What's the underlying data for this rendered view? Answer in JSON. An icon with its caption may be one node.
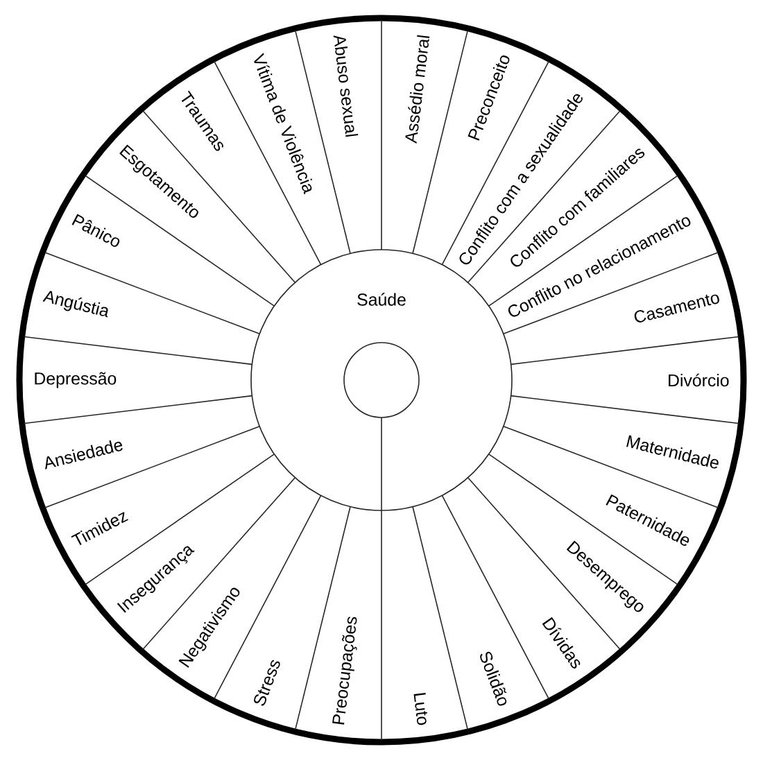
{
  "diagram": {
    "nodes": [
      {
        "text": [
          "Saúde"
        ]
      },
      {
        "text": [],
        "shape": "circle",
        "in": 0
      },
      {
        "text": [
          "Assédio moral"
        ]
      },
      {
        "text": [
          "Preconceito"
        ]
      },
      {
        "text": [
          "Conflito com a sexualidade"
        ]
      },
      {
        "text": [
          "Conflito com familiares"
        ]
      },
      {
        "text": [
          "Conflito no relacionamento"
        ]
      },
      {
        "text": [
          "Casamento"
        ]
      },
      {
        "text": [
          "Divórcio"
        ]
      },
      {
        "text": [
          "Maternidade"
        ]
      },
      {
        "text": [
          "Paternidade"
        ]
      },
      {
        "text": [
          "Desemprego"
        ]
      },
      {
        "text": [
          "Dívidas"
        ]
      },
      {
        "text": [
          "Solidão"
        ]
      },
      {
        "text": [
          "Luto"
        ]
      },
      {
        "text": [
          "Preocupações"
        ]
      },
      {
        "text": [
          "Stress"
        ]
      },
      {
        "text": [
          "Negativismo"
        ]
      },
      {
        "text": [
          "Insegurança"
        ]
      },
      {
        "text": [
          "Timidez"
        ]
      },
      {
        "text": [
          "Ansiedade"
        ]
      },
      {
        "text": [
          "Depressão"
        ]
      },
      {
        "text": [
          "Angústia"
        ]
      },
      {
        "text": [
          "Pânico"
        ]
      },
      {
        "text": [
          "Esgotamento"
        ]
      },
      {
        "text": [
          "Traumas"
        ]
      },
      {
        "text": [
          "Vítima de Violência"
        ]
      },
      {
        "text": [
          "Abuso sexual"
        ]
      }
    ]
  }
}
